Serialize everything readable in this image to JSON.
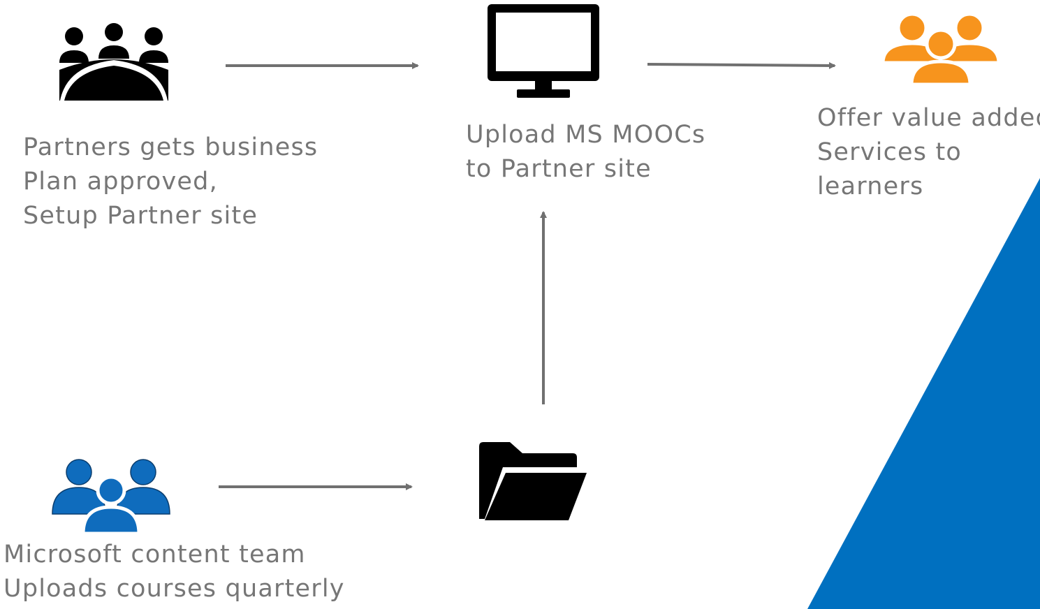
{
  "nodes": {
    "partners": {
      "icon": "meeting-table-icon",
      "lines": [
        "Partners gets business",
        "Plan approved,",
        "Setup Partner site"
      ]
    },
    "upload": {
      "icon": "monitor-icon",
      "lines": [
        "Upload MS MOOCs",
        "to Partner site"
      ]
    },
    "services": {
      "icon": "people-group-icon",
      "lines": [
        "Offer value added",
        "Services to",
        "learners"
      ]
    },
    "content_team": {
      "icon": "people-group-icon",
      "lines": [
        "Microsoft content team",
        "Uploads courses quarterly"
      ]
    },
    "folder": {
      "icon": "open-folder-icon"
    }
  },
  "edges": [
    {
      "from": "partners",
      "to": "upload"
    },
    {
      "from": "upload",
      "to": "services"
    },
    {
      "from": "content_team",
      "to": "folder"
    },
    {
      "from": "folder",
      "to": "upload"
    }
  ],
  "colors": {
    "text": "#767676",
    "arrow": "#707070",
    "icon_dark": "#000000",
    "icon_orange": "#F7941D",
    "icon_blue": "#0F6CBD",
    "accent_triangle": "#0070C0"
  }
}
